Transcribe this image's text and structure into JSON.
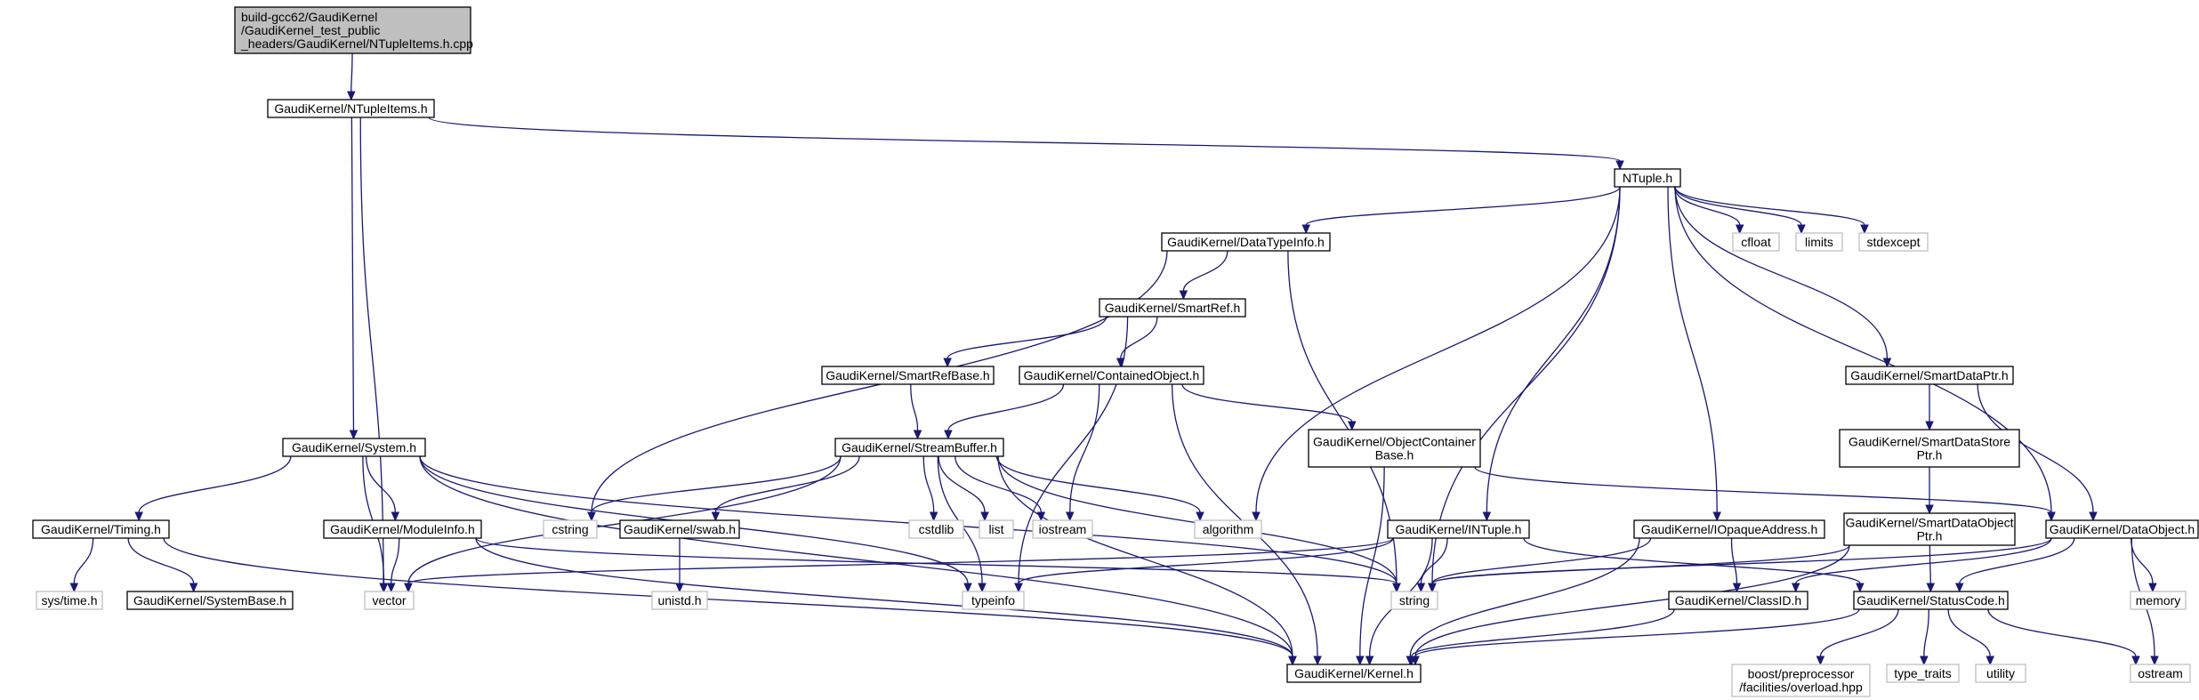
{
  "nodes": [
    {
      "id": "root",
      "lines": [
        "build-gcc62/GaudiKernel",
        "/GaudiKernel_test_public",
        "_headers/GaudiKernel/NTupleItems.h.cpp"
      ],
      "kind": "root"
    },
    {
      "id": "ntupleitems",
      "lines": [
        "GaudiKernel/NTupleItems.h"
      ],
      "kind": "main"
    },
    {
      "id": "ntuple",
      "lines": [
        "NTuple.h"
      ],
      "kind": "main"
    },
    {
      "id": "datatypeinfo",
      "lines": [
        "GaudiKernel/DataTypeInfo.h"
      ],
      "kind": "main"
    },
    {
      "id": "cfloat",
      "lines": [
        "cfloat"
      ],
      "kind": "sys"
    },
    {
      "id": "limits",
      "lines": [
        "limits"
      ],
      "kind": "sys"
    },
    {
      "id": "stdexcept",
      "lines": [
        "stdexcept"
      ],
      "kind": "sys"
    },
    {
      "id": "smartref",
      "lines": [
        "GaudiKernel/SmartRef.h"
      ],
      "kind": "main"
    },
    {
      "id": "smartrefbase",
      "lines": [
        "GaudiKernel/SmartRefBase.h"
      ],
      "kind": "main"
    },
    {
      "id": "containedobject",
      "lines": [
        "GaudiKernel/ContainedObject.h"
      ],
      "kind": "main"
    },
    {
      "id": "smartdataptr",
      "lines": [
        "GaudiKernel/SmartDataPtr.h"
      ],
      "kind": "main"
    },
    {
      "id": "system",
      "lines": [
        "GaudiKernel/System.h"
      ],
      "kind": "main"
    },
    {
      "id": "streambuffer",
      "lines": [
        "GaudiKernel/StreamBuffer.h"
      ],
      "kind": "main"
    },
    {
      "id": "objectcontainerbase",
      "lines": [
        "GaudiKernel/ObjectContainer",
        "Base.h"
      ],
      "kind": "main"
    },
    {
      "id": "smartdatastoreptr",
      "lines": [
        "GaudiKernel/SmartDataStore",
        "Ptr.h"
      ],
      "kind": "main"
    },
    {
      "id": "timing",
      "lines": [
        "GaudiKernel/Timing.h"
      ],
      "kind": "main"
    },
    {
      "id": "moduleinfo",
      "lines": [
        "GaudiKernel/ModuleInfo.h"
      ],
      "kind": "main"
    },
    {
      "id": "cstring",
      "lines": [
        "cstring"
      ],
      "kind": "sys"
    },
    {
      "id": "swab",
      "lines": [
        "GaudiKernel/swab.h"
      ],
      "kind": "main"
    },
    {
      "id": "cstdlib",
      "lines": [
        "cstdlib"
      ],
      "kind": "sys"
    },
    {
      "id": "list",
      "lines": [
        "list"
      ],
      "kind": "sys"
    },
    {
      "id": "iostream",
      "lines": [
        "iostream"
      ],
      "kind": "sys"
    },
    {
      "id": "algorithm",
      "lines": [
        "algorithm"
      ],
      "kind": "sys"
    },
    {
      "id": "intuple",
      "lines": [
        "GaudiKernel/INTuple.h"
      ],
      "kind": "main"
    },
    {
      "id": "iopaqueaddress",
      "lines": [
        "GaudiKernel/IOpaqueAddress.h"
      ],
      "kind": "main"
    },
    {
      "id": "smartdataobjectptr",
      "lines": [
        "GaudiKernel/SmartDataObject",
        "Ptr.h"
      ],
      "kind": "main"
    },
    {
      "id": "dataobject",
      "lines": [
        "GaudiKernel/DataObject.h"
      ],
      "kind": "main"
    },
    {
      "id": "systime",
      "lines": [
        "sys/time.h"
      ],
      "kind": "sys"
    },
    {
      "id": "systembase",
      "lines": [
        "GaudiKernel/SystemBase.h"
      ],
      "kind": "main"
    },
    {
      "id": "vector",
      "lines": [
        "vector"
      ],
      "kind": "sys"
    },
    {
      "id": "unistd",
      "lines": [
        "unistd.h"
      ],
      "kind": "sys"
    },
    {
      "id": "typeinfo",
      "lines": [
        "typeinfo"
      ],
      "kind": "sys"
    },
    {
      "id": "string",
      "lines": [
        "string"
      ],
      "kind": "sys"
    },
    {
      "id": "classid",
      "lines": [
        "GaudiKernel/ClassID.h"
      ],
      "kind": "main"
    },
    {
      "id": "statuscode",
      "lines": [
        "GaudiKernel/StatusCode.h"
      ],
      "kind": "main"
    },
    {
      "id": "memory",
      "lines": [
        "memory"
      ],
      "kind": "sys"
    },
    {
      "id": "kernel",
      "lines": [
        "GaudiKernel/Kernel.h"
      ],
      "kind": "main"
    },
    {
      "id": "boostoverload",
      "lines": [
        "boost/preprocessor",
        "/facilities/overload.hpp"
      ],
      "kind": "sys"
    },
    {
      "id": "typetraits",
      "lines": [
        "type_traits"
      ],
      "kind": "sys"
    },
    {
      "id": "utility",
      "lines": [
        "utility"
      ],
      "kind": "sys"
    },
    {
      "id": "ostream",
      "lines": [
        "ostream"
      ],
      "kind": "sys"
    }
  ],
  "edges": [
    [
      "root",
      "ntupleitems"
    ],
    [
      "ntupleitems",
      "ntuple"
    ],
    [
      "ntupleitems",
      "system"
    ],
    [
      "ntupleitems",
      "vector"
    ],
    [
      "ntuple",
      "datatypeinfo"
    ],
    [
      "ntuple",
      "cfloat"
    ],
    [
      "ntuple",
      "limits"
    ],
    [
      "ntuple",
      "stdexcept"
    ],
    [
      "ntuple",
      "smartdataptr"
    ],
    [
      "ntuple",
      "dataobject"
    ],
    [
      "ntuple",
      "algorithm"
    ],
    [
      "ntuple",
      "intuple"
    ],
    [
      "ntuple",
      "iopaqueaddress"
    ],
    [
      "ntuple",
      "string"
    ],
    [
      "datatypeinfo",
      "smartref"
    ],
    [
      "datatypeinfo",
      "cstring"
    ],
    [
      "datatypeinfo",
      "string"
    ],
    [
      "smartref",
      "smartrefbase"
    ],
    [
      "smartref",
      "containedobject"
    ],
    [
      "smartref",
      "typeinfo"
    ],
    [
      "smartrefbase",
      "streambuffer"
    ],
    [
      "containedobject",
      "streambuffer"
    ],
    [
      "containedobject",
      "objectcontainerbase"
    ],
    [
      "containedobject",
      "iostream"
    ],
    [
      "containedobject",
      "kernel"
    ],
    [
      "smartdataptr",
      "smartdatastoreptr"
    ],
    [
      "smartdataptr",
      "dataobject"
    ],
    [
      "smartdatastoreptr",
      "smartdataobjectptr"
    ],
    [
      "smartdataobjectptr",
      "statuscode"
    ],
    [
      "smartdataobjectptr",
      "string"
    ],
    [
      "smartdataobjectptr",
      "kernel"
    ],
    [
      "objectcontainerbase",
      "dataobject"
    ],
    [
      "objectcontainerbase",
      "kernel"
    ],
    [
      "system",
      "timing"
    ],
    [
      "system",
      "moduleinfo"
    ],
    [
      "system",
      "vector"
    ],
    [
      "system",
      "string"
    ],
    [
      "system",
      "typeinfo"
    ],
    [
      "system",
      "kernel"
    ],
    [
      "timing",
      "systime"
    ],
    [
      "timing",
      "systembase"
    ],
    [
      "timing",
      "kernel"
    ],
    [
      "moduleinfo",
      "vector"
    ],
    [
      "moduleinfo",
      "string"
    ],
    [
      "moduleinfo",
      "kernel"
    ],
    [
      "streambuffer",
      "cstring"
    ],
    [
      "streambuffer",
      "swab"
    ],
    [
      "streambuffer",
      "cstdlib"
    ],
    [
      "streambuffer",
      "list"
    ],
    [
      "streambuffer",
      "iostream"
    ],
    [
      "streambuffer",
      "algorithm"
    ],
    [
      "streambuffer",
      "vector"
    ],
    [
      "streambuffer",
      "typeinfo"
    ],
    [
      "streambuffer",
      "string"
    ],
    [
      "streambuffer",
      "kernel"
    ],
    [
      "swab",
      "unistd"
    ],
    [
      "intuple",
      "vector"
    ],
    [
      "intuple",
      "string"
    ],
    [
      "intuple",
      "typeinfo"
    ],
    [
      "intuple",
      "kernel"
    ],
    [
      "intuple",
      "statuscode"
    ],
    [
      "iopaqueaddress",
      "classid"
    ],
    [
      "iopaqueaddress",
      "string"
    ],
    [
      "iopaqueaddress",
      "kernel"
    ],
    [
      "dataobject",
      "classid"
    ],
    [
      "dataobject",
      "statuscode"
    ],
    [
      "dataobject",
      "string"
    ],
    [
      "dataobject",
      "memory"
    ],
    [
      "dataobject",
      "ostream"
    ],
    [
      "classid",
      "kernel"
    ],
    [
      "statuscode",
      "kernel"
    ],
    [
      "statuscode",
      "boostoverload"
    ],
    [
      "statuscode",
      "typetraits"
    ],
    [
      "statuscode",
      "utility"
    ],
    [
      "statuscode",
      "ostream"
    ]
  ]
}
